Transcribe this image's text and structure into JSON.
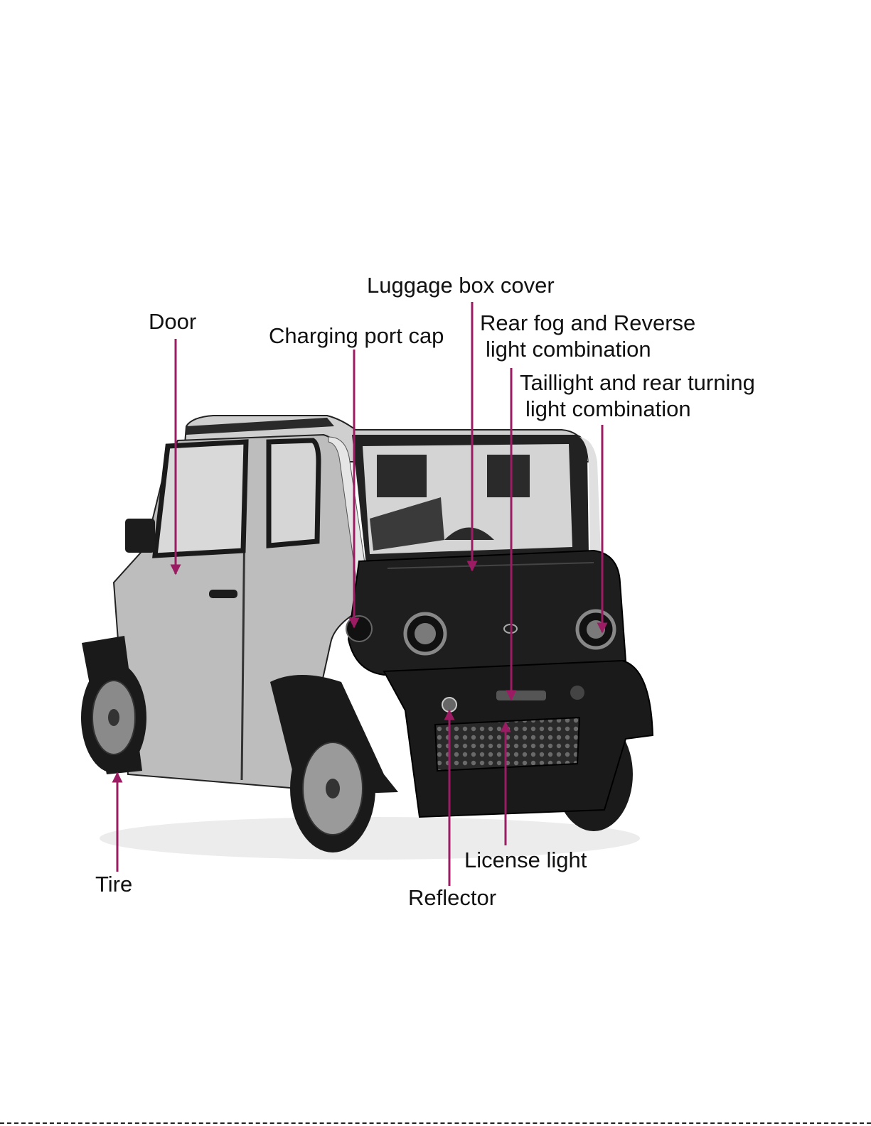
{
  "colors": {
    "callout": "#9c1c64",
    "body_panel": "#b9b9b9",
    "dark_trim": "#1e1e1e",
    "glass": "#d7d7d7"
  },
  "labels": {
    "luggage": "Luggage box cover",
    "door": "Door",
    "charging": "Charging port cap",
    "rear_fog": [
      "Rear fog and Reverse",
      "light combination"
    ],
    "taillight": [
      "Taillight and rear turning",
      "light combination"
    ],
    "license": "License light",
    "tire": "Tire",
    "reflector": "Reflector"
  }
}
